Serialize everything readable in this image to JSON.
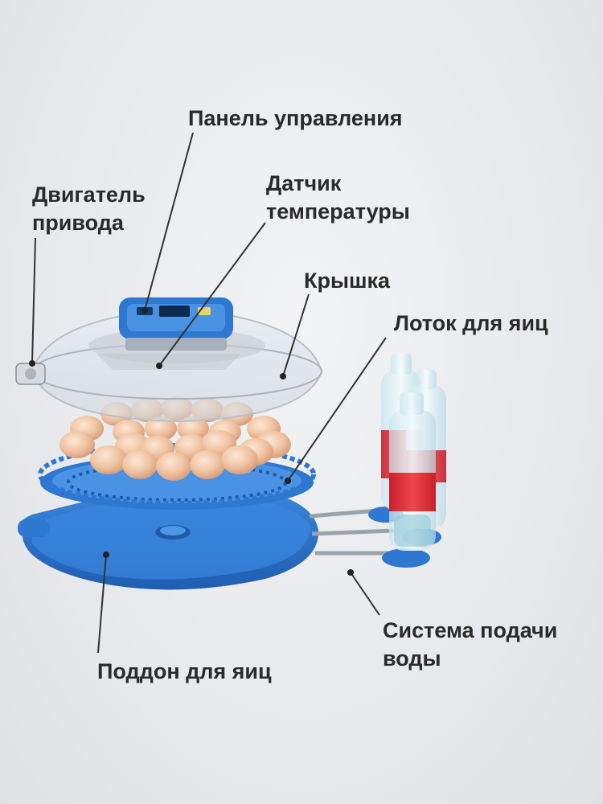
{
  "labels": {
    "control_panel": "Панель управления",
    "temperature_sensor": "Датчик\nтемпературы",
    "drive_motor": "Двигатель\nпривода",
    "lid": "Крышка",
    "egg_tray": "Лоток для яиц",
    "water_system": "Система подачи\nводы",
    "egg_pan": "Поддон для яиц"
  },
  "colors": {
    "plastic_blue": "#2f78d2",
    "plastic_blue_dark": "#1f5aa8",
    "egg": "#f2c7a6",
    "water_red": "#e63038",
    "line": "#333333"
  }
}
